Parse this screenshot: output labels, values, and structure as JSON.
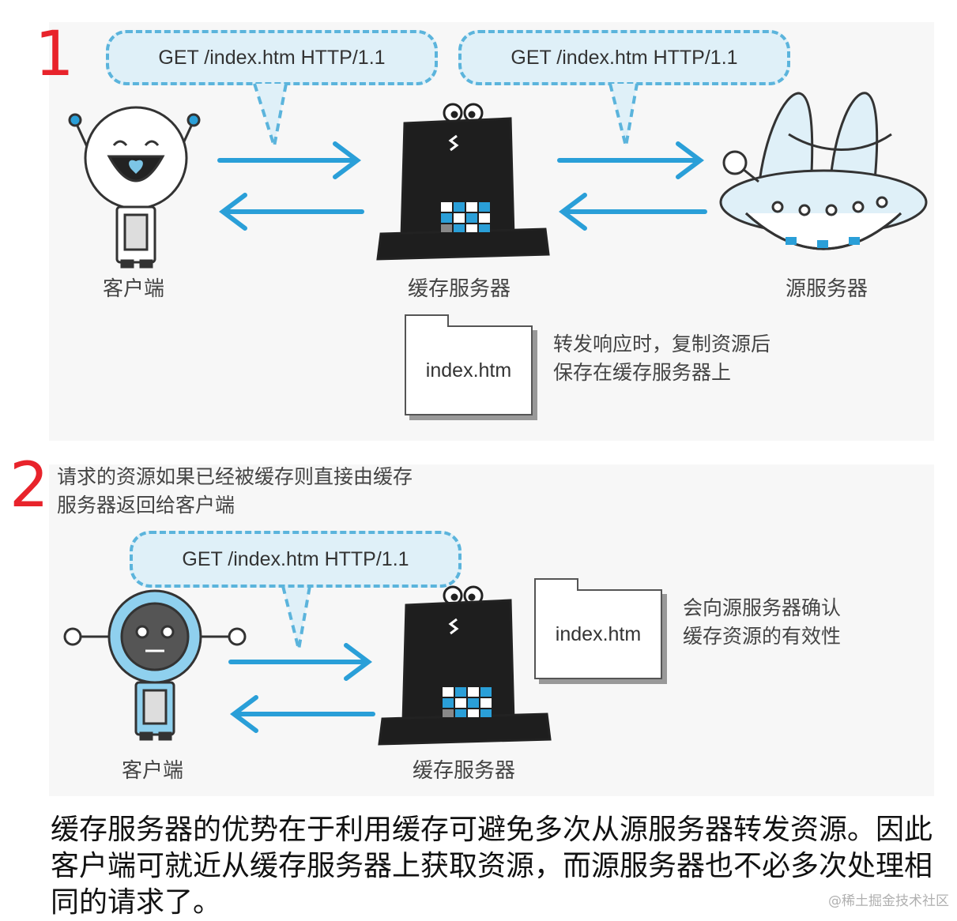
{
  "steps": [
    {
      "number": "1",
      "bubbles": [
        "GET /index.htm HTTP/1.1",
        "GET /index.htm HTTP/1.1"
      ],
      "labels": {
        "client": "客户端",
        "cache": "缓存服务器",
        "origin": "源服务器"
      },
      "document": "index.htm",
      "note": [
        "转发响应时，复制资源后",
        "保存在缓存服务器上"
      ]
    },
    {
      "number": "2",
      "description": [
        "请求的资源如果已经被缓存则直接由缓存",
        "服务器返回给客户端"
      ],
      "bubble": "GET /index.htm HTTP/1.1",
      "labels": {
        "client": "客户端",
        "cache": "缓存服务器"
      },
      "document": "index.htm",
      "note": [
        "会向源服务器确认",
        "缓存资源的有效性"
      ]
    }
  ],
  "caption": "缓存服务器的优势在于利用缓存可避免多次从源服务器转发资源。因此客户端可就近从缓存服务器上获取资源，而源服务器也不必多次处理相同的请求了。",
  "watermark": "@稀土掘金技术社区",
  "colors": {
    "accent": "#2a9fd8",
    "bubble_border": "#5bb4dc",
    "bubble_fill": "#dff0f8",
    "step_number": "#e8232b"
  },
  "icons": [
    "robot-client-icon",
    "top-hat-cache-icon",
    "ufo-origin-server-icon",
    "document-icon",
    "arrow-right-icon",
    "arrow-left-icon"
  ]
}
